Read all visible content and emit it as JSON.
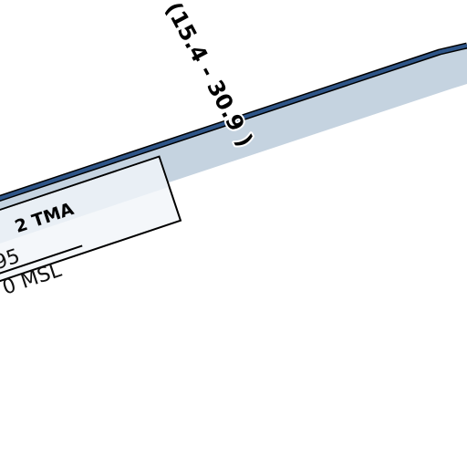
{
  "map": {
    "colors": {
      "background": "#ffffff",
      "airspace_fill": "#c5d3e0",
      "airspace_border": "#24497a",
      "airspace_edge": "#000000",
      "label_box_fill": "#f4f7fa",
      "label_box_header": "#e9eff5"
    },
    "route_label": "(15.4 - 30.9 )",
    "airspace": {
      "name": "2 TMA",
      "upper_limit": "95",
      "lower_limit": "0 MSL"
    }
  }
}
